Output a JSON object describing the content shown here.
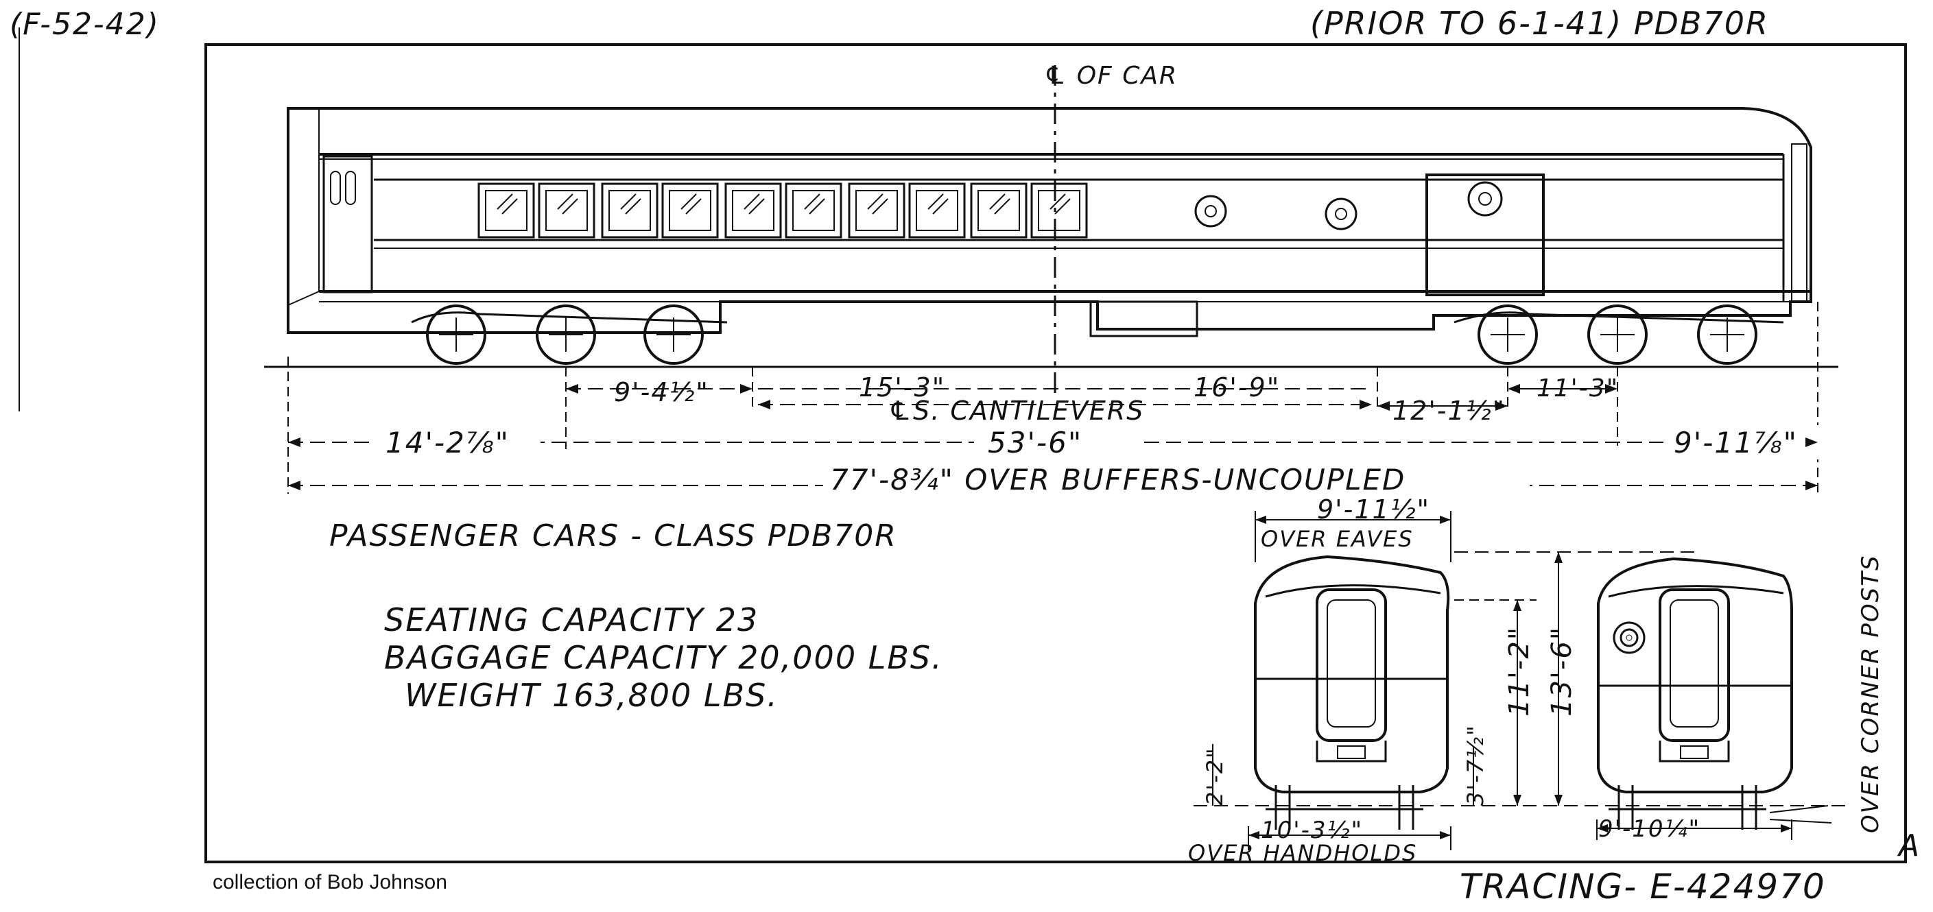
{
  "header": {
    "ref_code": "(F-52-42)",
    "title": "(PRIOR TO 6-1-41) PDB70R"
  },
  "side_elevation": {
    "centerline_label": "℄ OF CAR",
    "dimensions": {
      "truck_wheelbase": "9'-4½\"",
      "cantilever_left": "15'-3\"",
      "cantilever_right": "16'-9\"",
      "cantilevers_label": "℄S. CANTILEVERS",
      "coupler_to_pivot": "12'-1½\"",
      "rear_wheelbase": "11'-3\"",
      "front_overhang": "14'-2⅞\"",
      "truck_centers": "53'-6\"",
      "rear_overhang": "9'-11⅞\"",
      "over_buffers": "77'-8¾\" OVER BUFFERS-UNCOUPLED"
    }
  },
  "specs": {
    "class_title": "PASSENGER CARS - CLASS PDB70R",
    "seating": "SEATING CAPACITY 23",
    "baggage": "BAGGAGE CAPACITY 20,000 LBS.",
    "weight": "WEIGHT 163,800 LBS."
  },
  "end_views": {
    "eaves_width": "9'-11½\"",
    "eaves_label": "OVER EAVES",
    "roof_height": "11'-2\"",
    "overall_height": "13'-6\"",
    "step_height": "3'-7½\"",
    "rail_height": "2'-2\"",
    "handhold_width": "10'-3½\"",
    "handhold_label": "OVER HANDHOLDS",
    "corner_width": "9'-10¼\"",
    "corner_label": "OVER CORNER POSTS"
  },
  "footer": {
    "credit": "collection of Bob Johnson",
    "tracing": "TRACING- E-424970",
    "sheet_mark": "A"
  }
}
